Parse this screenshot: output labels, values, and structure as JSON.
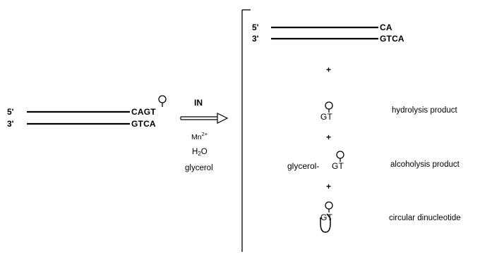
{
  "substrate": {
    "strand_top_end": "5'",
    "strand_bottom_end": "3'",
    "top_sequence": "CAGT",
    "bottom_sequence": "GTCA"
  },
  "reaction": {
    "enzyme": "IN",
    "metal": "Mn",
    "metal_charge": "2+",
    "water_h": "H",
    "water_sub": "2",
    "water_o": "O",
    "cosolvent": "glycerol"
  },
  "products": {
    "cleaved_top_end": "5'",
    "cleaved_bottom_end": "3'",
    "cleaved_top_sequence": "CA",
    "cleaved_bottom_sequence": "GTCA",
    "plus": "+",
    "dinucleotide": "GT",
    "glycerol_prefix": "glycerol-",
    "labels": {
      "hydrolysis": "hydrolysis product",
      "alcoholysis": "alcoholysis product",
      "circular": "circular dinucleotide"
    }
  },
  "colors": {
    "ink": "#000000",
    "background": "#ffffff"
  }
}
